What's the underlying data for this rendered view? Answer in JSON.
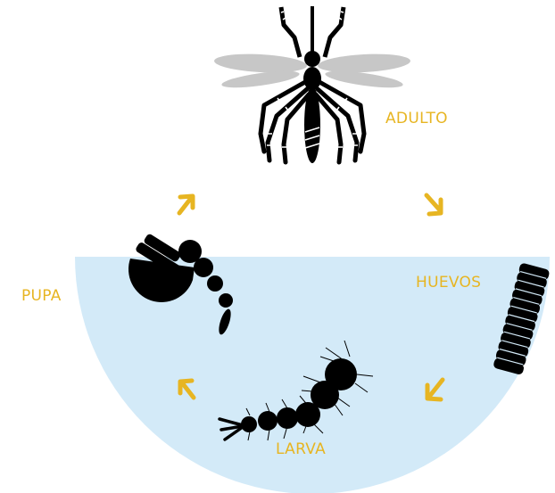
{
  "stages": {
    "adult": "ADULTO",
    "eggs": "HUEVOS",
    "pupa": "PUPA",
    "larva": "LARVA"
  },
  "colors": {
    "label": "#e7b522",
    "arrow": "#e7b522",
    "water": "#d3eaf8",
    "insect": "#000000",
    "wing": "#c7c7c7"
  },
  "icons": {
    "adult": "mosquito-icon",
    "eggs": "egg-raft-icon",
    "larva": "larva-icon",
    "pupa": "pupa-icon",
    "cycle_arrows": "arrow-icon"
  }
}
